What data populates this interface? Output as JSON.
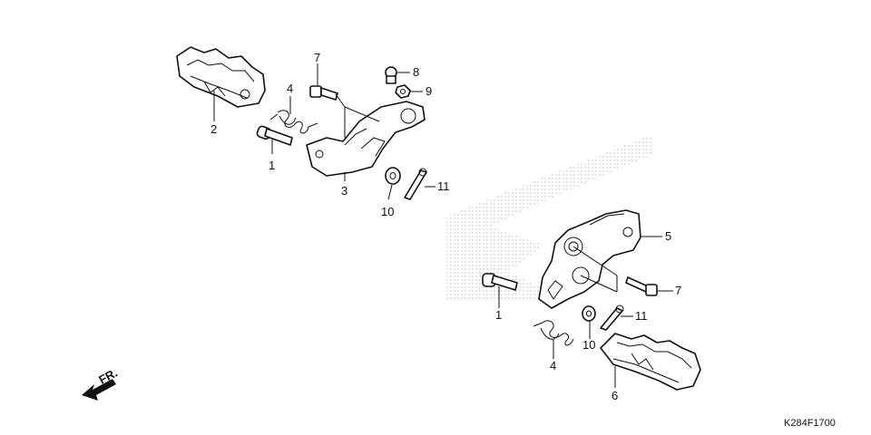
{
  "callouts": {
    "c1a": "1",
    "c2": "2",
    "c3": "3",
    "c4a": "4",
    "c7a": "7",
    "c8": "8",
    "c9": "9",
    "c10a": "10",
    "c11a": "11",
    "c5": "5",
    "c7b": "7",
    "c1b": "1",
    "c11b": "11",
    "c10b": "10",
    "c4b": "4",
    "c6": "6"
  },
  "direction_label": "FR.",
  "diagram_code": "K284F1700"
}
